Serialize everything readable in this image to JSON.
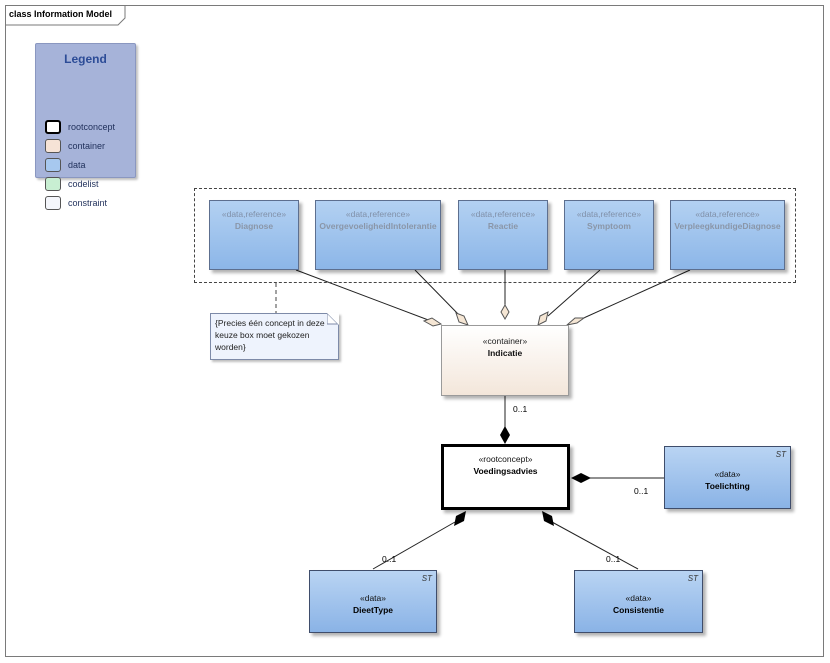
{
  "frame_title": "class Information Model",
  "legend": {
    "title": "Legend",
    "items": [
      {
        "label": "rootconcept",
        "color": "#ffffff",
        "border": "#000000"
      },
      {
        "label": "container",
        "color": "#f6e3d6",
        "border": "#555555"
      },
      {
        "label": "data",
        "color": "#a7c8ef",
        "border": "#555555"
      },
      {
        "label": "codelist",
        "color": "#c8efd2",
        "border": "#555555"
      },
      {
        "label": "constraint",
        "color": "#f4f6fb",
        "border": "#555555"
      }
    ]
  },
  "reference_classes": [
    {
      "stereotype": "«data,reference»",
      "name": "Diagnose"
    },
    {
      "stereotype": "«data,reference»",
      "name": "OvergevoeligheidIntolerantie"
    },
    {
      "stereotype": "«data,reference»",
      "name": "Reactie"
    },
    {
      "stereotype": "«data,reference»",
      "name": "Symptoom"
    },
    {
      "stereotype": "«data,reference»",
      "name": "VerpleegkundigeDiagnose"
    }
  ],
  "note": {
    "text": "{Precies één concept in deze keuze box moet gekozen worden}"
  },
  "indicatie": {
    "stereotype": "«container»",
    "name": "Indicatie"
  },
  "voedingsadvies": {
    "stereotype": "«rootconcept»",
    "name": "Voedingsadvies"
  },
  "toelichting": {
    "stereotype": "«data»",
    "name": "Toelichting",
    "tag": "ST"
  },
  "dieettype": {
    "stereotype": "«data»",
    "name": "DieetType",
    "tag": "ST"
  },
  "consistentie": {
    "stereotype": "«data»",
    "name": "Consistentie",
    "tag": "ST"
  },
  "multiplicities": {
    "indicatie": "0..1",
    "toelichting": "0..1",
    "dieettype": "0..1",
    "consistentie": "0..1"
  }
}
